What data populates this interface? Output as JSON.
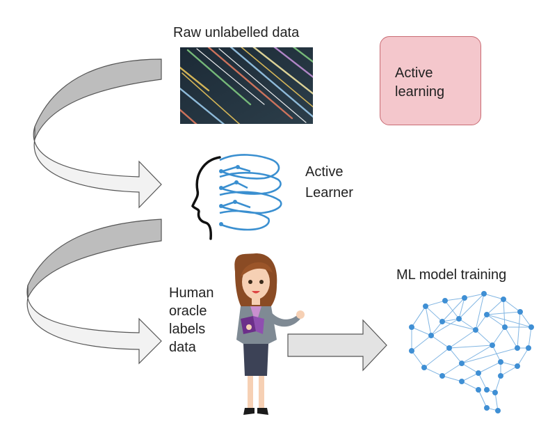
{
  "labels": {
    "raw_data": "Raw unlabelled data",
    "active_learning": "Active\nlearning",
    "active_learner": "Active\nLearner",
    "human_oracle": "Human\noracle\nlabels\ndata",
    "ml_training": "ML model training"
  },
  "colors": {
    "arrow_fill": "#d0d0d0",
    "arrow_stroke": "#555555",
    "pink_fill": "#f4c7cc",
    "pink_border": "#c86a72",
    "brain_blue": "#3f8fd4",
    "head_blue": "#3a8fd0"
  },
  "icons": [
    "code-screen-image",
    "ai-head-icon",
    "woman-with-book-illustration",
    "neural-brain-icon"
  ]
}
